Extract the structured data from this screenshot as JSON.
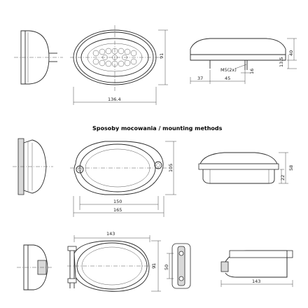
{
  "title": "Sposoby mocowania / mounting methods",
  "dimensions": {
    "top_width": "136.4",
    "top_height": "91",
    "side_a": "37",
    "side_b": "45",
    "thread": "M5(2x)",
    "side_depth1": "16",
    "side_h1": "13.5",
    "side_h2": "40",
    "mid_w1": "150",
    "mid_w2": "165",
    "mid_h": "105",
    "mid_side_h1": "58",
    "mid_side_h2": "22",
    "bot_w": "143",
    "bot_h": "91",
    "bot_bracket": "50",
    "bot_side_w": "143"
  }
}
